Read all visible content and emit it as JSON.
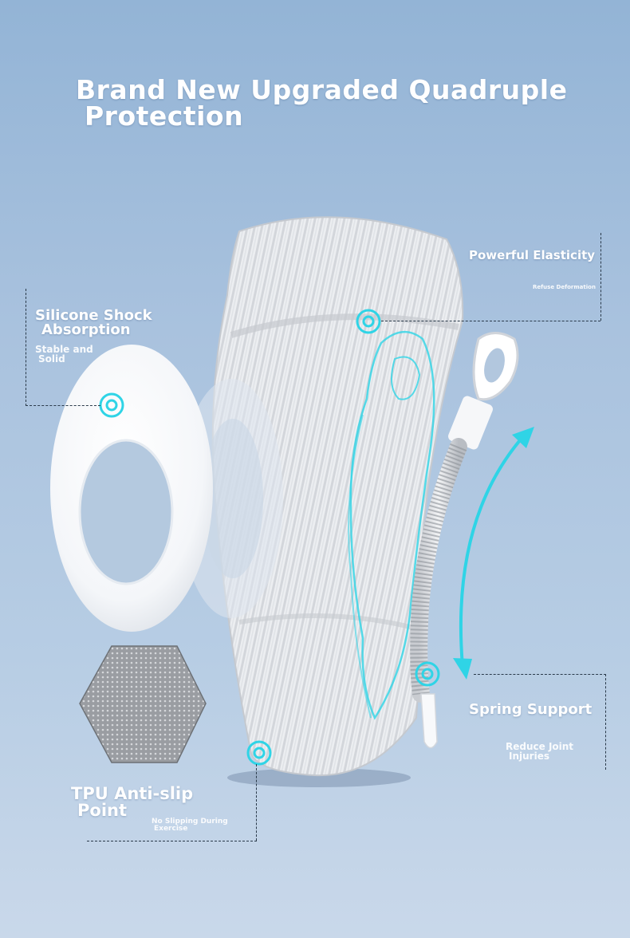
{
  "header": {
    "title_line1": "Brand New Upgraded Quadruple",
    "title_line2": "Protection"
  },
  "features": {
    "silicone": {
      "title_line1": "Silicone Shock",
      "title_line2": "Absorption",
      "subtitle_line1": "Stable and",
      "subtitle_line2": "Solid"
    },
    "elasticity": {
      "title": "Powerful Elasticity",
      "subtitle": "Refuse Deformation"
    },
    "spring": {
      "title": "Spring Support",
      "subtitle_line1": "Reduce Joint",
      "subtitle_line2": "Injuries"
    },
    "tpu": {
      "title_line1": "TPU Anti-slip",
      "title_line2": "Point",
      "subtitle_line1": "No Slipping During",
      "subtitle_line2": "Exercise"
    }
  },
  "colors": {
    "accent": "#2fd4e6",
    "background_top": "#93b4d6",
    "background_bottom": "#c9d8ea",
    "text": "#ffffff"
  },
  "icons": [
    "target-marker-icon",
    "curved-arrow-icon"
  ]
}
